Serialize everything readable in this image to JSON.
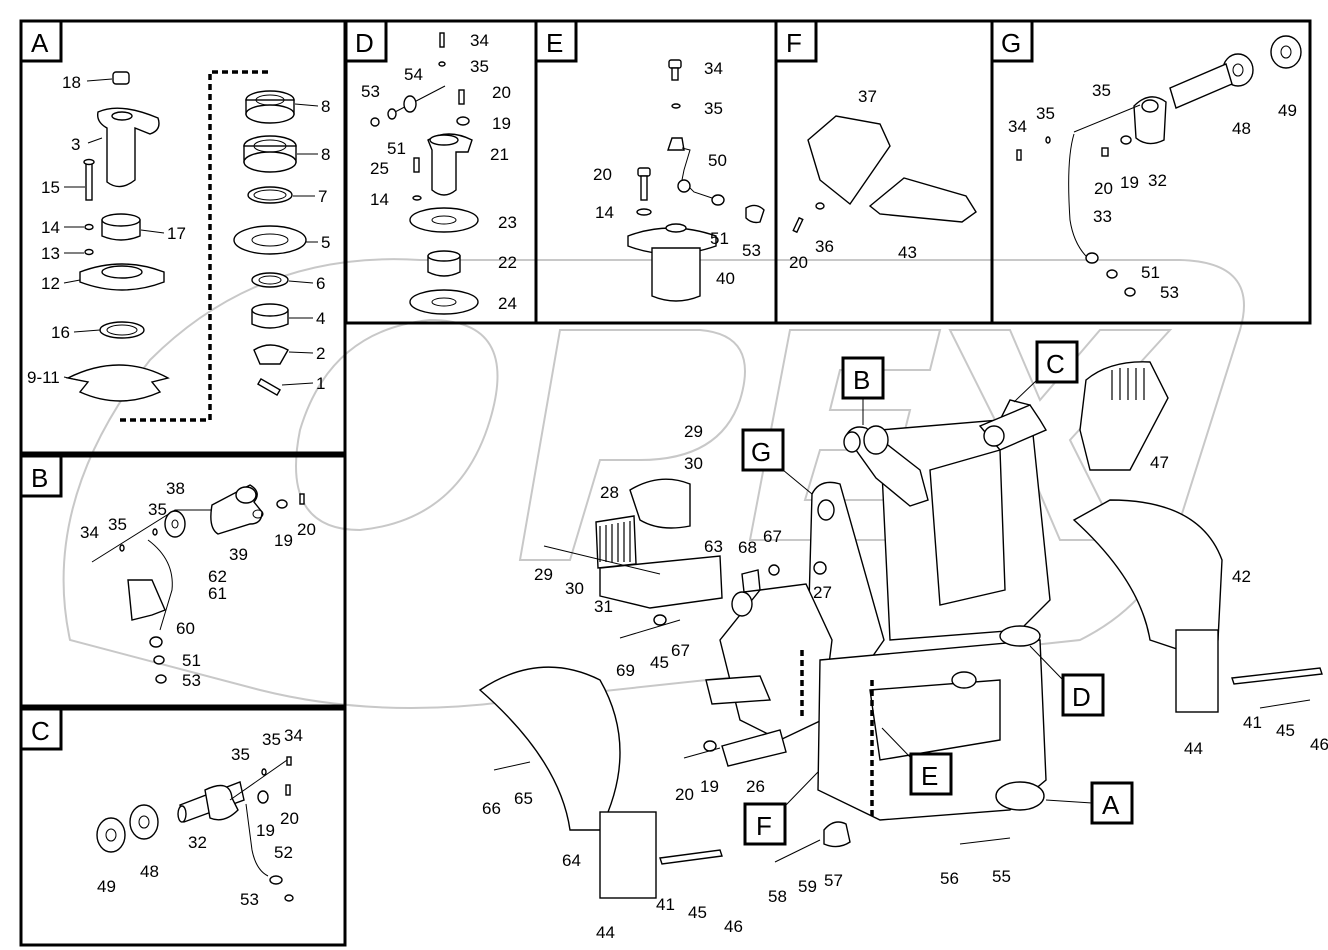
{
  "panels": {
    "A": {
      "letter": "A"
    },
    "B": {
      "letter": "B"
    },
    "C": {
      "letter": "C"
    },
    "D": {
      "letter": "D"
    },
    "E": {
      "letter": "E"
    },
    "F": {
      "letter": "F"
    },
    "G": {
      "letter": "G"
    }
  },
  "main_callouts": {
    "A": "A",
    "B": "B",
    "C": "C",
    "D": "D",
    "E": "E",
    "F": "F",
    "G": "G"
  },
  "parts": {
    "A": [
      "18",
      "3",
      "15",
      "14",
      "17",
      "13",
      "12",
      "16",
      "9-11",
      "8",
      "8",
      "7",
      "5",
      "6",
      "4",
      "2",
      "1"
    ],
    "B": [
      "38",
      "35",
      "34",
      "35",
      "39",
      "19",
      "20",
      "62",
      "61",
      "60",
      "51",
      "53"
    ],
    "C": [
      "35",
      "35",
      "34",
      "32",
      "19",
      "20",
      "49",
      "48",
      "52",
      "53"
    ],
    "D": [
      "34",
      "35",
      "54",
      "53",
      "20",
      "19",
      "51",
      "21",
      "25",
      "14",
      "23",
      "22",
      "24"
    ],
    "E": [
      "34",
      "35",
      "50",
      "20",
      "14",
      "51",
      "53",
      "40"
    ],
    "F": [
      "37",
      "20",
      "36",
      "43"
    ],
    "G": [
      "35",
      "34",
      "35",
      "48",
      "49",
      "20",
      "19",
      "32",
      "33",
      "51",
      "53"
    ],
    "main": [
      "29",
      "30",
      "28",
      "47",
      "42",
      "63",
      "68",
      "67",
      "29",
      "30",
      "31",
      "27",
      "69",
      "45",
      "67",
      "46",
      "44",
      "41",
      "45",
      "66",
      "65",
      "20",
      "19",
      "26",
      "64",
      "44",
      "41",
      "45",
      "46",
      "58",
      "59",
      "57",
      "56",
      "55"
    ]
  },
  "watermark": "OPEX",
  "colors": {
    "line": "#000000",
    "background": "#ffffff",
    "watermark": "#d8d8d8"
  }
}
